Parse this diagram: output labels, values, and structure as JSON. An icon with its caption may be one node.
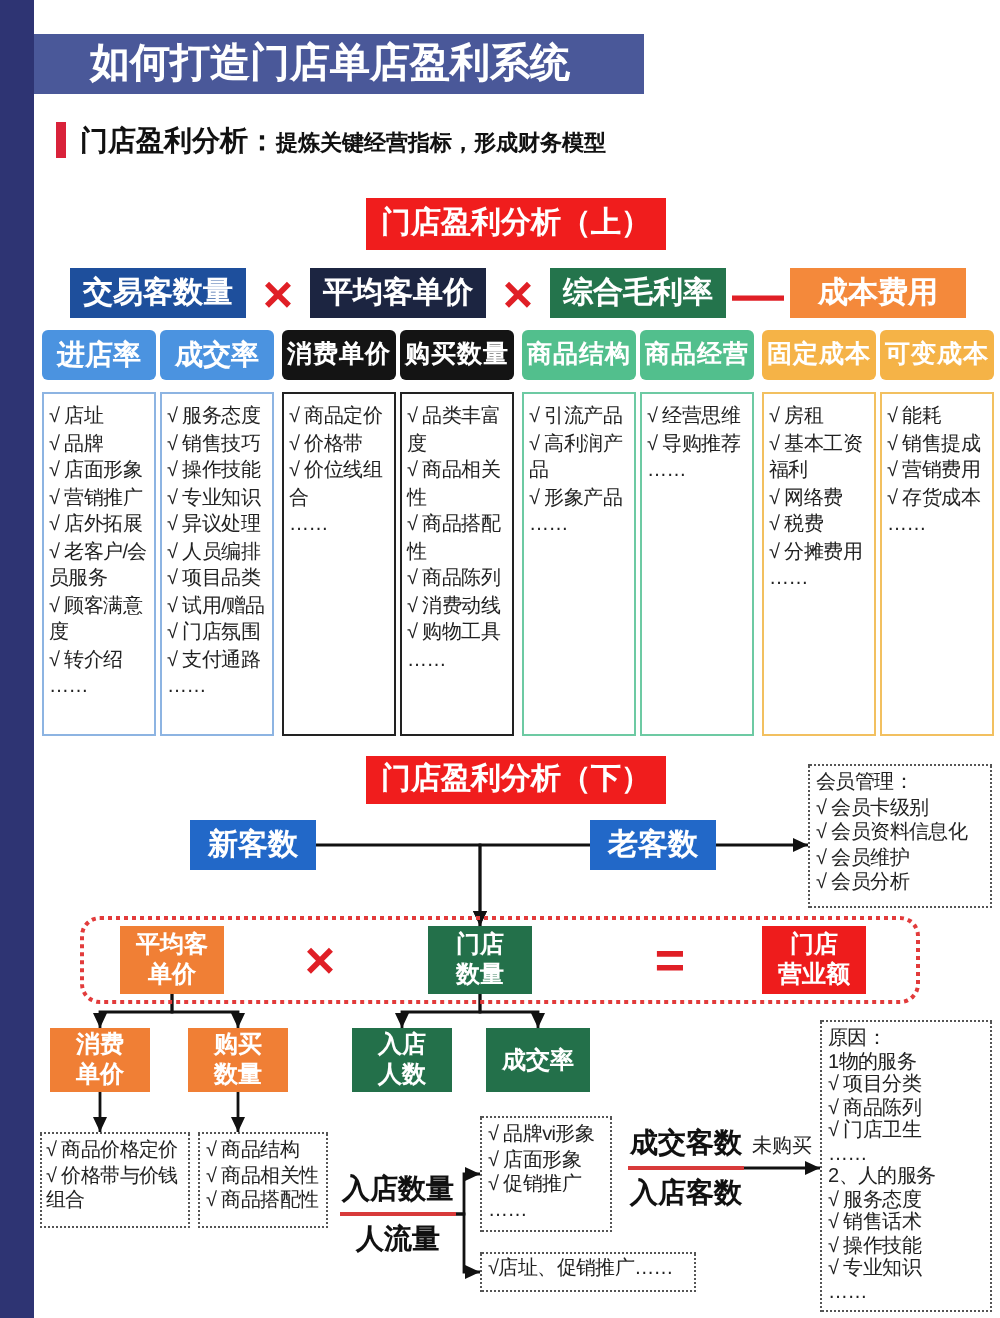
{
  "diagram": {
    "title": "如何打造门店单店盈利系统",
    "nodes": [
      {
        "text": [
          "门店盈利分析（上）"
        ]
      },
      {
        "text": [
          "交易客数量"
        ]
      },
      {
        "text": [
          "平均客单价"
        ]
      },
      {
        "text": [
          "综合毛利率"
        ]
      },
      {
        "text": [
          "成本费用"
        ]
      },
      {
        "text": [
          "进店率"
        ]
      },
      {
        "text": [
          "成交率"
        ]
      },
      {
        "text": [
          "消费单价"
        ]
      },
      {
        "text": [
          "购买数量"
        ]
      },
      {
        "text": [
          "商品结构"
        ]
      },
      {
        "text": [
          "商品经营"
        ]
      },
      {
        "text": [
          "固定成本"
        ]
      },
      {
        "text": [
          "可变成本"
        ]
      },
      {
        "text": [
          "√ 店址",
          "√ 品牌",
          "√ 店面形象",
          "√ 营销推广",
          "√ 店外拓展",
          "√ 老客户/会员服务",
          "√ 顾客满意度",
          "√ 转介绍",
          "……"
        ]
      },
      {
        "text": [
          "√ 服务态度",
          "√ 销售技巧",
          "√ 操作技能",
          "√ 专业知识",
          "√ 异议处理",
          "√ 人员编排",
          "√ 项目品类",
          "√ 试用/赠品",
          "√ 门店氛围",
          "√ 支付通路",
          "……"
        ]
      },
      {
        "text": [
          "√ 商品定价",
          "√ 价格带",
          "√ 价位线组合",
          "……"
        ]
      },
      {
        "text": [
          "√ 品类丰富度",
          "√ 商品相关性",
          "√ 商品搭配性",
          "√ 商品陈列",
          "√ 消费动线",
          "√ 购物工具",
          "……"
        ]
      },
      {
        "text": [
          "√ 引流产品",
          "√ 高利润产品",
          "√ 形象产品",
          "……"
        ]
      },
      {
        "text": [
          "√ 经营思维",
          "√ 导购推荐",
          "……"
        ]
      },
      {
        "text": [
          "√ 房租",
          "√ 基本工资福利",
          "√ 网络费",
          "√ 税费",
          "√ 分摊费用",
          "……"
        ]
      },
      {
        "text": [
          "√ 能耗",
          "√ 销售提成",
          "√ 营销费用",
          "√ 存货成本",
          "……"
        ]
      },
      {
        "text": [
          "门店盈利分析（下）"
        ]
      },
      {
        "text": [
          "新客数"
        ]
      },
      {
        "text": [
          "老客数"
        ]
      },
      {
        "text": [
          "会员管理：",
          "√ 会员卡级别",
          "√ 会员资料信息化",
          "√ 会员维护",
          "√ 会员分析"
        ]
      },
      {
        "text": [],
        "shape": "box"
      },
      {
        "text": [
          "平均客单价"
        ],
        "in": 25
      },
      {
        "text": [
          "门店数量"
        ],
        "in": 25
      },
      {
        "text": [
          "门店营业额"
        ],
        "in": 25
      },
      {
        "text": [
          "消费单价"
        ]
      },
      {
        "text": [
          "购买数量"
        ]
      },
      {
        "text": [
          "入店人数"
        ]
      },
      {
        "text": [
          "成交率"
        ]
      },
      {
        "text": [
          "原因：",
          "1物的服务",
          "√ 项目分类",
          "√ 商品陈列",
          "√ 门店卫生",
          "……",
          "2、人的服务",
          "√ 服务态度",
          "√ 销售话术",
          "√ 操作技能",
          "√ 专业知识",
          "……"
        ]
      },
      {
        "text": [
          "√ 商品价格定价",
          "√ 价格带与价钱组合"
        ]
      },
      {
        "text": [
          "√ 商品结构",
          "√ 商品相关性",
          "√ 商品搭配性"
        ]
      },
      {
        "text": [
          "√ 品牌vi形象",
          "√ 店面形象",
          "√ 促销推广",
          "……"
        ]
      },
      {
        "text": [
          "成交客数",
          "入店客数"
        ]
      },
      {
        "text": [
          "入店数量",
          "人流量"
        ]
      },
      {
        "text": [
          "√店址、促销推广……"
        ]
      }
    ],
    "edges": [
      {
        "from": 22,
        "to": 27,
        "arrow": "to"
      },
      {
        "from": 23,
        "to": 27,
        "arrow": "to"
      },
      {
        "from": 23,
        "to": 24,
        "arrow": "to"
      },
      {
        "from": 26,
        "to": 29,
        "arrow": "to"
      },
      {
        "from": 26,
        "to": 30,
        "arrow": "to"
      },
      {
        "from": 27,
        "to": 31,
        "arrow": "to"
      },
      {
        "from": 27,
        "to": 32,
        "arrow": "to"
      },
      {
        "from": 29,
        "to": 34,
        "arrow": "to"
      },
      {
        "from": 30,
        "to": 35,
        "arrow": "to"
      },
      {
        "from": 38,
        "to": 36,
        "arrow": "to"
      },
      {
        "from": 38,
        "to": 39,
        "arrow": "to"
      },
      {
        "from": 37,
        "to": 33,
        "arrow": "to",
        "label": "未购买"
      }
    ],
    "labels": [
      "门店盈利分析：",
      "提炼关键经营指标，形成财务模型",
      "×",
      "×",
      "—",
      "×",
      "="
    ]
  }
}
